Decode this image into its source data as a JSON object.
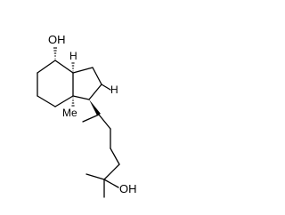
{
  "structure": {
    "labels": {
      "top_hydroxyl": "OH",
      "ring_fusion_hydrogen": "H",
      "methyl": "Me",
      "side_chain_hydrogen": "H",
      "terminal_hydroxyl": "OH"
    }
  }
}
